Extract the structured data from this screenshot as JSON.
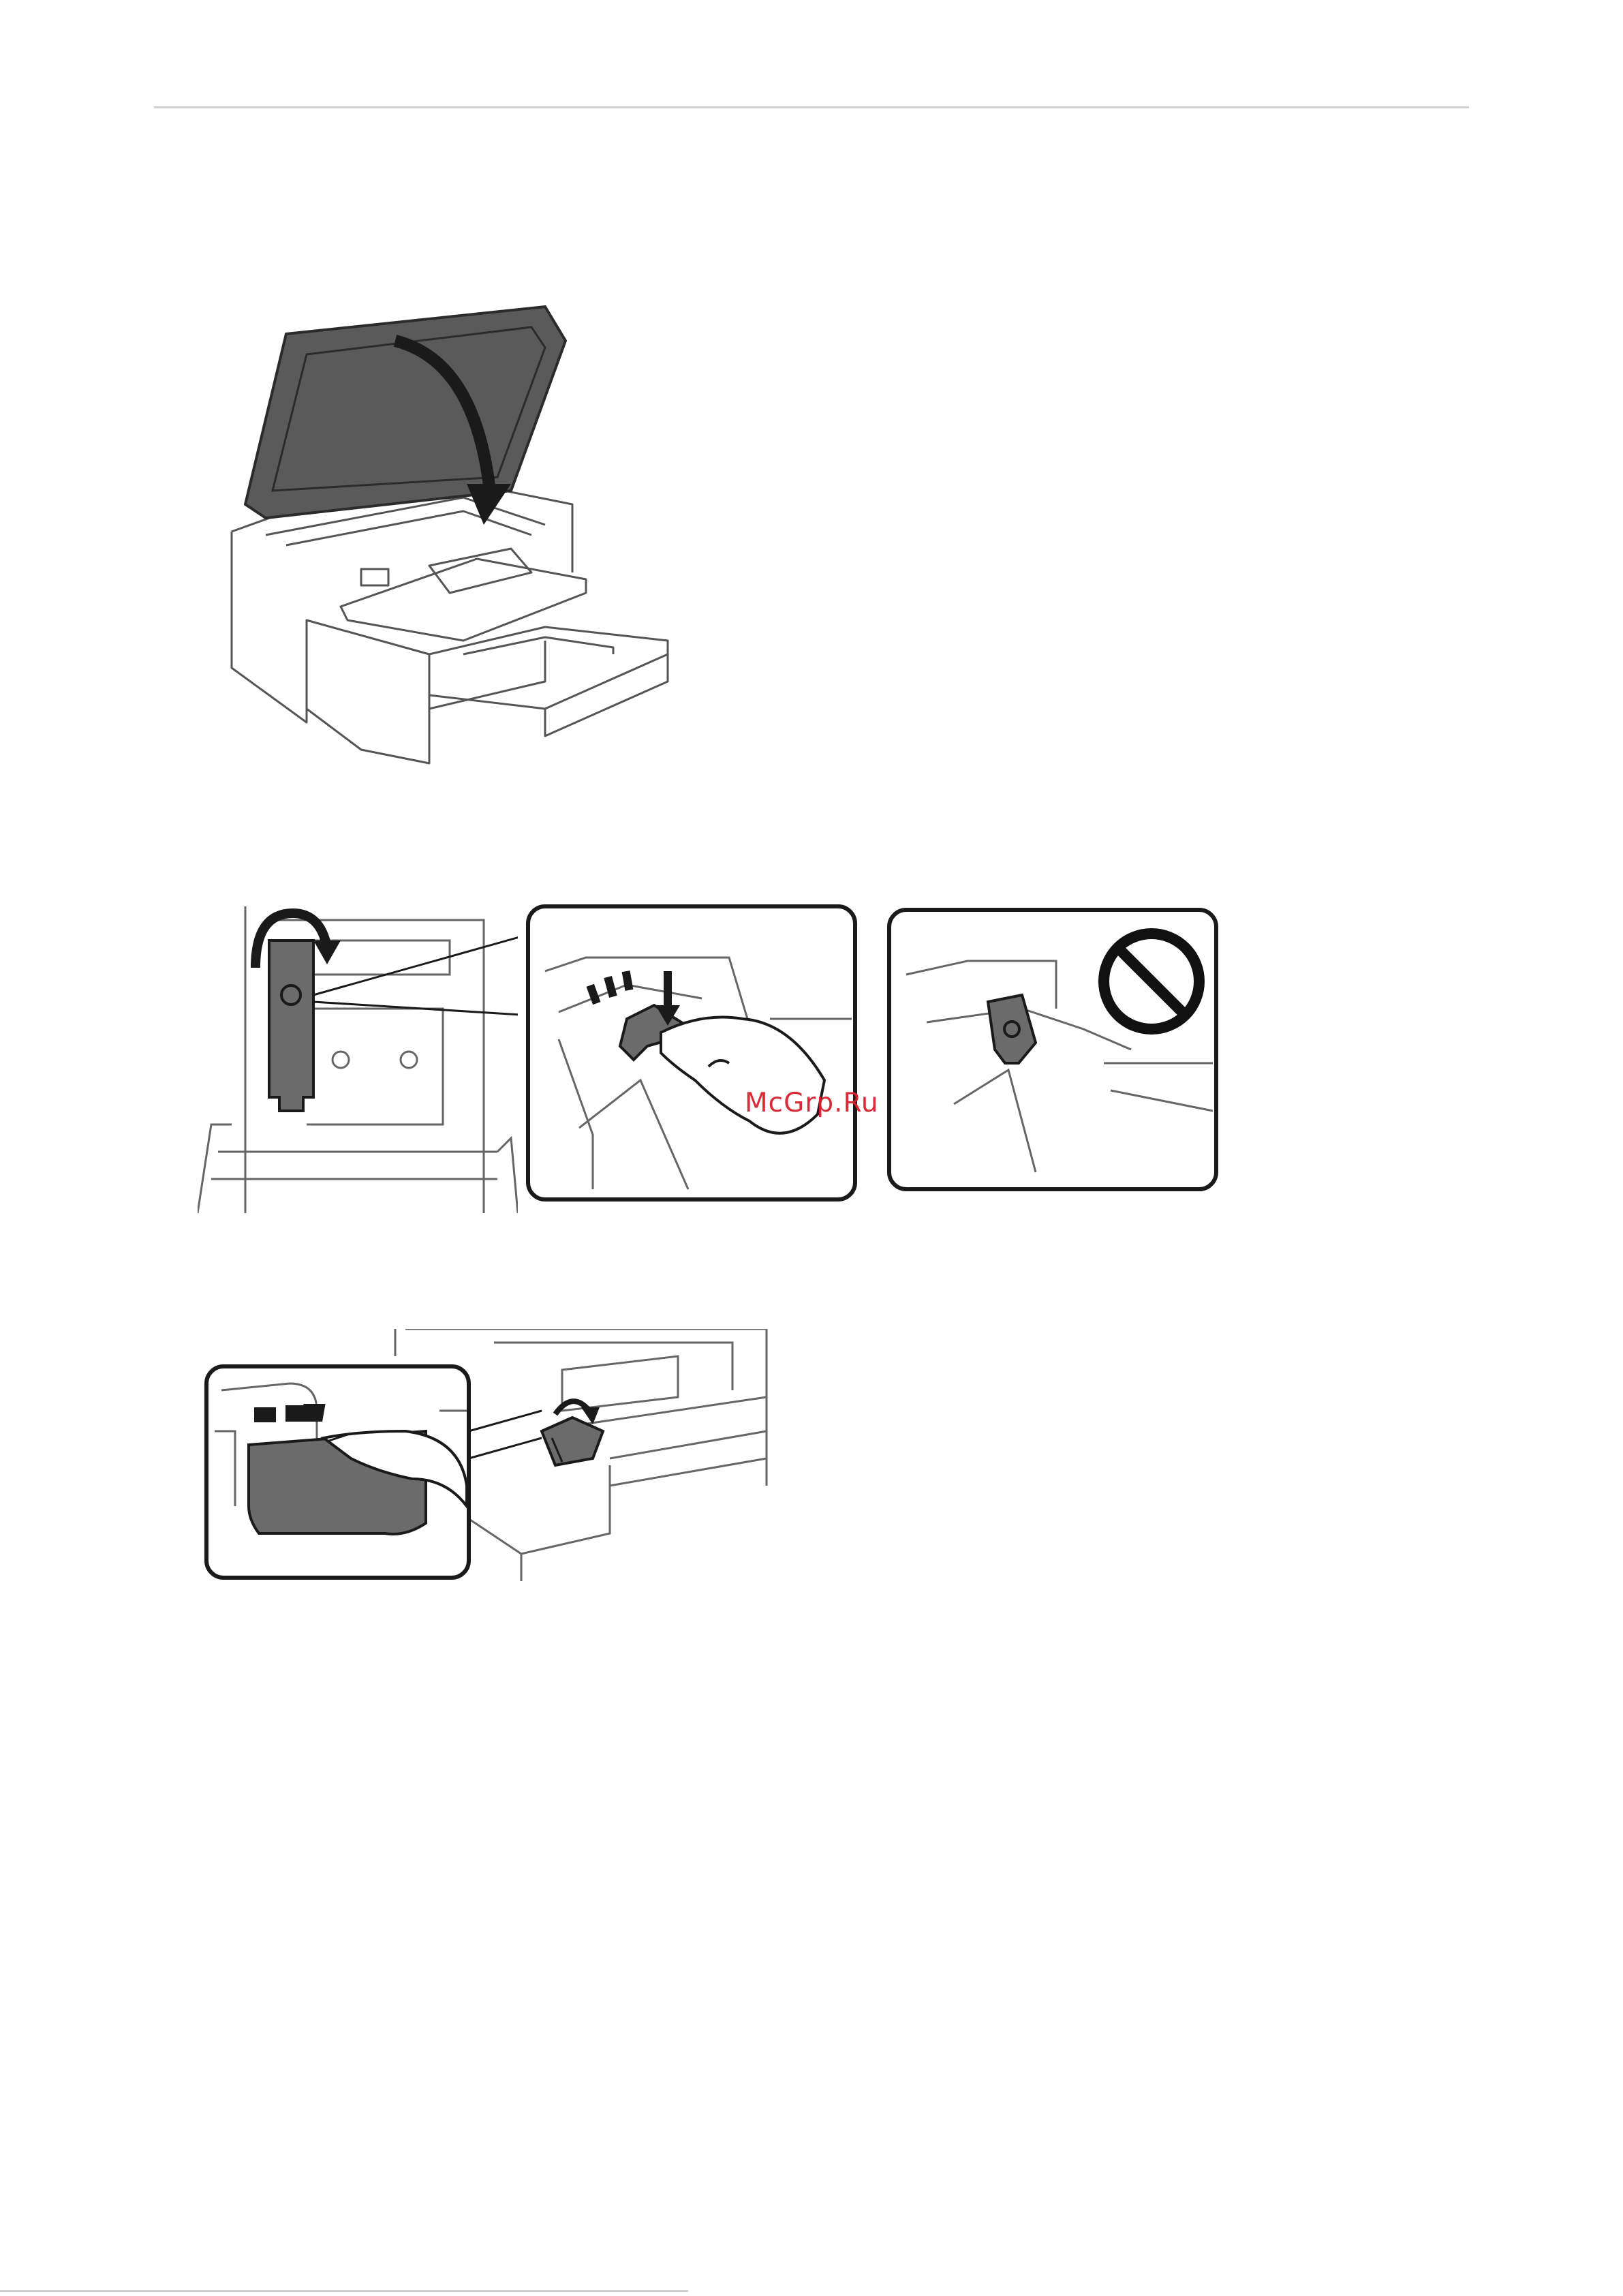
{
  "watermark": {
    "text": "McGrp.Ru",
    "color": "#d8202c"
  },
  "figures": [
    {
      "id": "printer-close-scanner",
      "icons": [
        "printer",
        "curved-arrow-down"
      ]
    },
    {
      "id": "tank-cap-close",
      "icons": [
        "tank-cap",
        "curved-arrow"
      ]
    },
    {
      "id": "tank-cap-press-ok",
      "icons": [
        "hand",
        "press-arrow",
        "click-marks"
      ]
    },
    {
      "id": "tank-cap-wrong",
      "icons": [
        "prohibited-sign"
      ]
    },
    {
      "id": "tank-cover-close",
      "icons": [
        "hand",
        "click-marks",
        "curved-arrow"
      ]
    }
  ],
  "colors": {
    "line": "#555555",
    "fill_dark": "#6b6b6b",
    "fill_black": "#1a1a1a"
  }
}
